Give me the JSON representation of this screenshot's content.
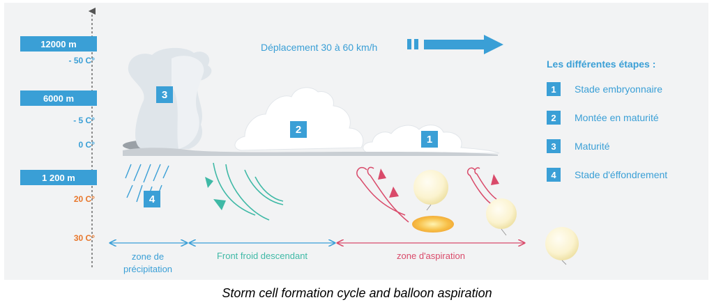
{
  "altitudes": [
    {
      "label": "12000 m"
    },
    {
      "label": "6000 m"
    },
    {
      "label": "1 200 m"
    }
  ],
  "temperatures": [
    {
      "label": "- 50 C°",
      "color": "#3a9fd6"
    },
    {
      "label": "- 5 C°",
      "color": "#3a9fd6"
    },
    {
      "label": "0 C°",
      "color": "#3a9fd6"
    },
    {
      "label": "20 C°",
      "color": "#e8772c"
    },
    {
      "label": "30 C°",
      "color": "#e8772c"
    }
  ],
  "movement": {
    "label": "Déplacement 30 à 60 km/h"
  },
  "legend": {
    "title": "Les différentes étapes :",
    "items": [
      {
        "num": "1",
        "label": "Stade embryonnaire"
      },
      {
        "num": "2",
        "label": "Montée en maturité"
      },
      {
        "num": "3",
        "label": "Maturité"
      },
      {
        "num": "4",
        "label": "Stade d'éffondrement"
      }
    ]
  },
  "cloud_badges": [
    "3",
    "2",
    "1",
    "4"
  ],
  "zones": {
    "precipitation": {
      "line1": "zone de",
      "line2": "précipitation"
    },
    "cold_front": "Front froid descendant",
    "aspiration": "zone d'aspiration"
  },
  "caption": "Storm cell formation cycle and balloon aspiration",
  "colors": {
    "accent": "#3a9fd6",
    "warm": "#e8772c",
    "front": "#3fb9a6",
    "aspiration": "#d94a6a",
    "background": "#f2f3f4"
  }
}
